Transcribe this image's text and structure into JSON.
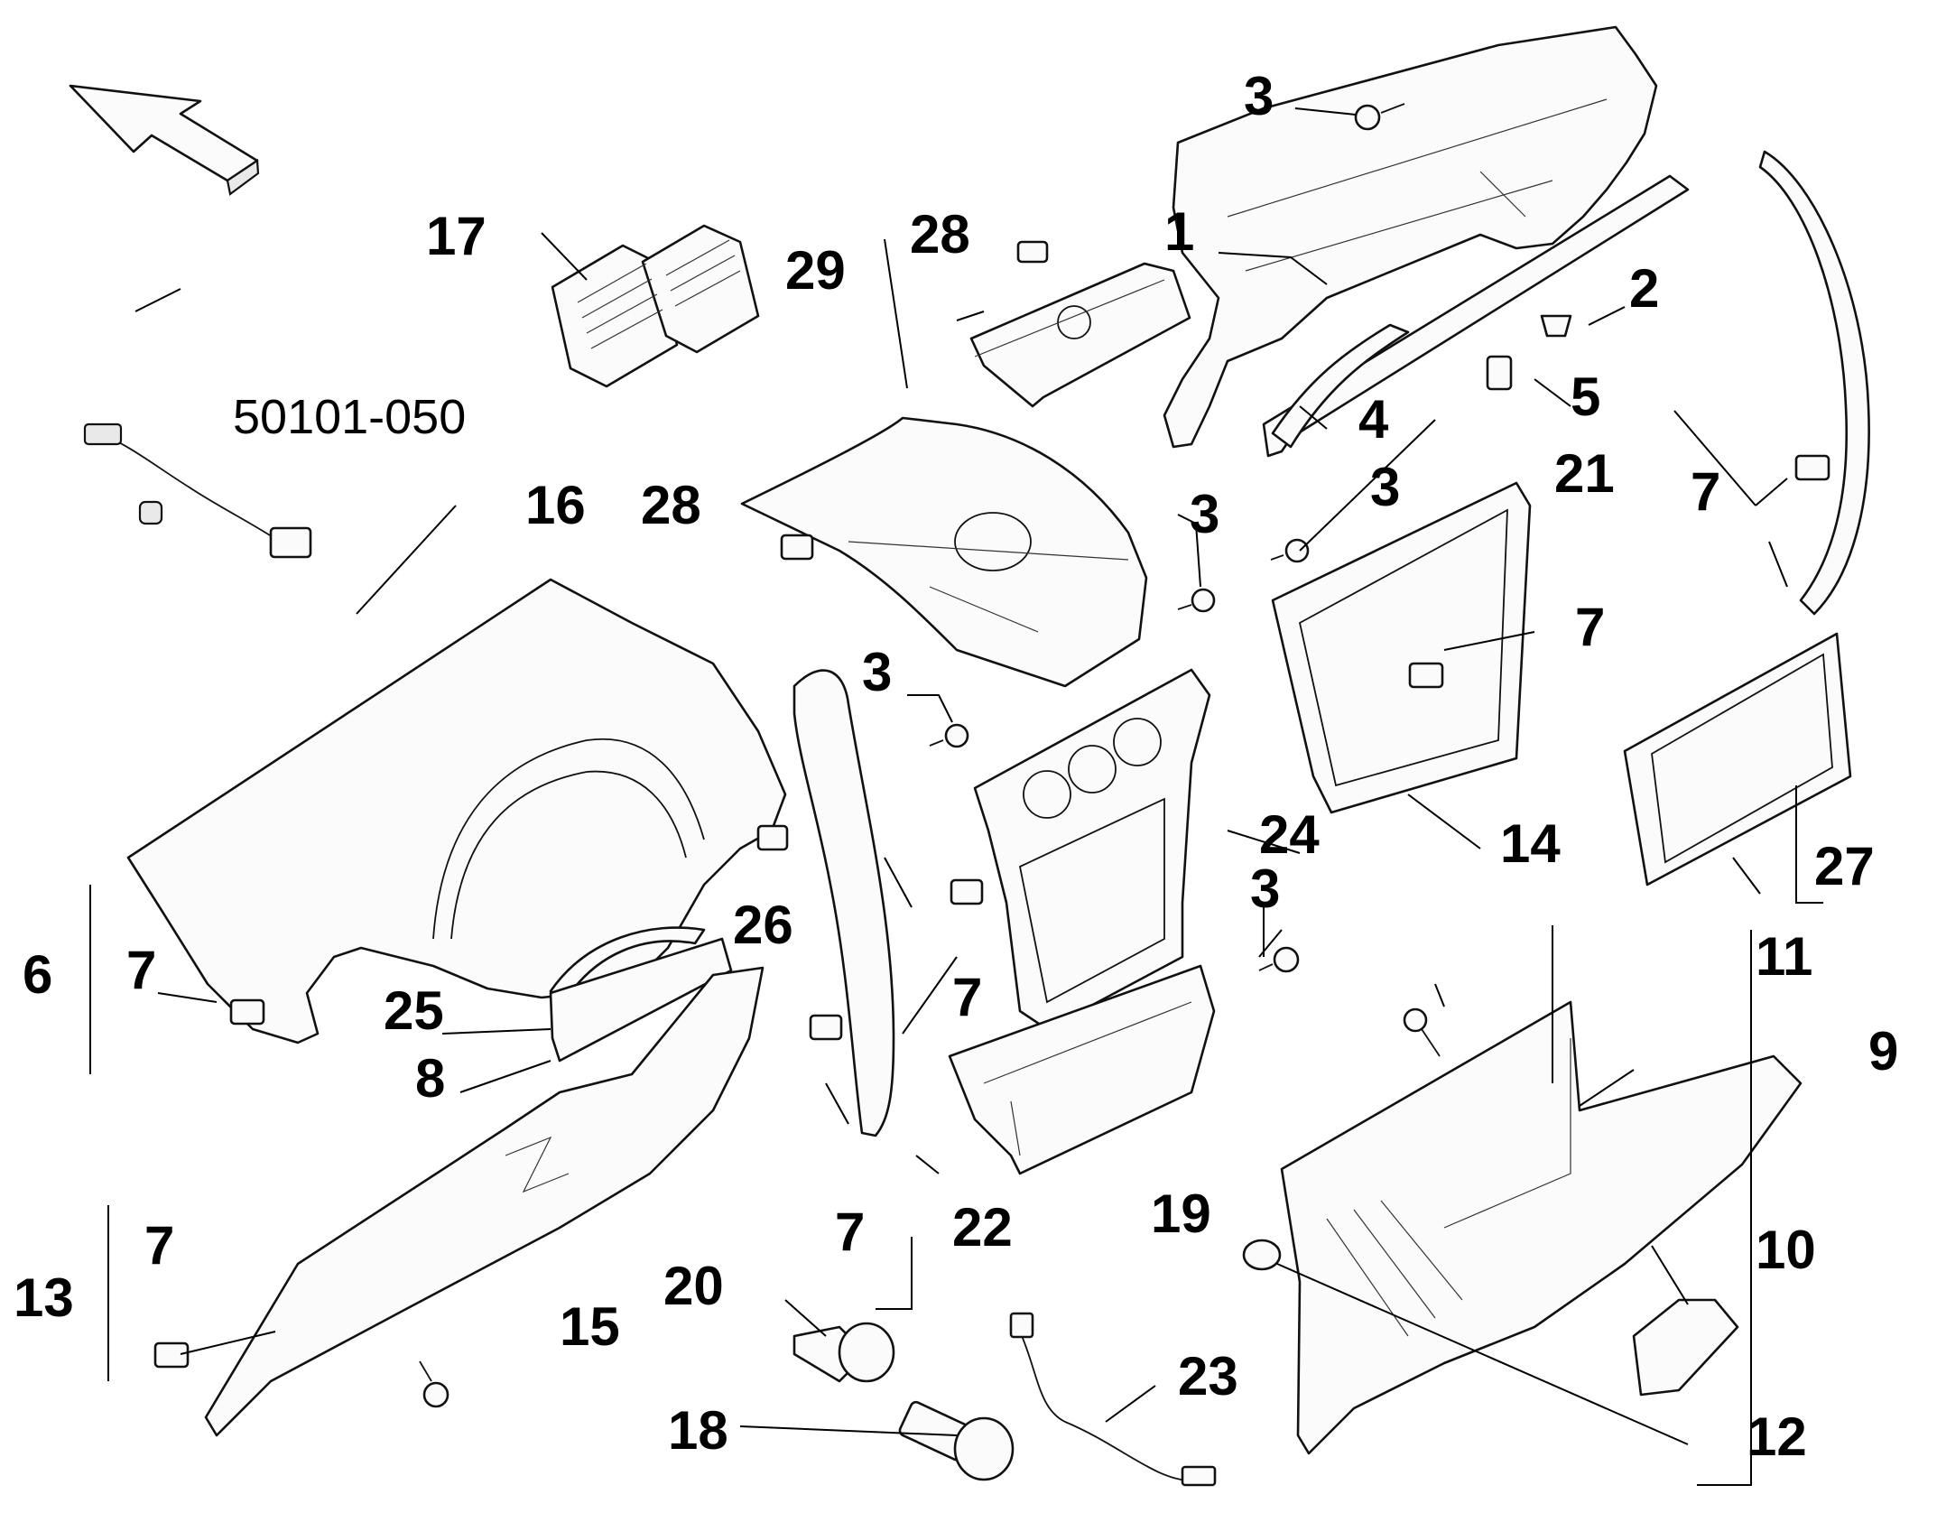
{
  "callouts": [
    {
      "id": "c1",
      "text": "1"
    },
    {
      "id": "c2",
      "text": "2"
    },
    {
      "id": "c3a",
      "text": "3"
    },
    {
      "id": "c3b",
      "text": "3"
    },
    {
      "id": "c3c",
      "text": "3"
    },
    {
      "id": "c3d",
      "text": "3"
    },
    {
      "id": "c3e",
      "text": "3"
    },
    {
      "id": "c4",
      "text": "4"
    },
    {
      "id": "c5",
      "text": "5"
    },
    {
      "id": "c6",
      "text": "6"
    },
    {
      "id": "c7a",
      "text": "7"
    },
    {
      "id": "c7b",
      "text": "7"
    },
    {
      "id": "c7c",
      "text": "7"
    },
    {
      "id": "c7d",
      "text": "7"
    },
    {
      "id": "c7e",
      "text": "7"
    },
    {
      "id": "c7f",
      "text": "7"
    },
    {
      "id": "c8",
      "text": "8"
    },
    {
      "id": "c9",
      "text": "9"
    },
    {
      "id": "c10",
      "text": "10"
    },
    {
      "id": "c11",
      "text": "11"
    },
    {
      "id": "c12",
      "text": "12"
    },
    {
      "id": "c13",
      "text": "13"
    },
    {
      "id": "c14",
      "text": "14"
    },
    {
      "id": "c15",
      "text": "15"
    },
    {
      "id": "c16",
      "text": "16"
    },
    {
      "id": "c17",
      "text": "17"
    },
    {
      "id": "c18",
      "text": "18"
    },
    {
      "id": "c19",
      "text": "19"
    },
    {
      "id": "c20",
      "text": "20"
    },
    {
      "id": "c21",
      "text": "21"
    },
    {
      "id": "c22",
      "text": "22"
    },
    {
      "id": "c23",
      "text": "23"
    },
    {
      "id": "c24",
      "text": "24"
    },
    {
      "id": "c25",
      "text": "25"
    },
    {
      "id": "c26",
      "text": "26"
    },
    {
      "id": "c27",
      "text": "27"
    },
    {
      "id": "c28a",
      "text": "28"
    },
    {
      "id": "c28b",
      "text": "28"
    },
    {
      "id": "c29",
      "text": "29"
    },
    {
      "id": "c50101",
      "text": "50101-050"
    }
  ]
}
